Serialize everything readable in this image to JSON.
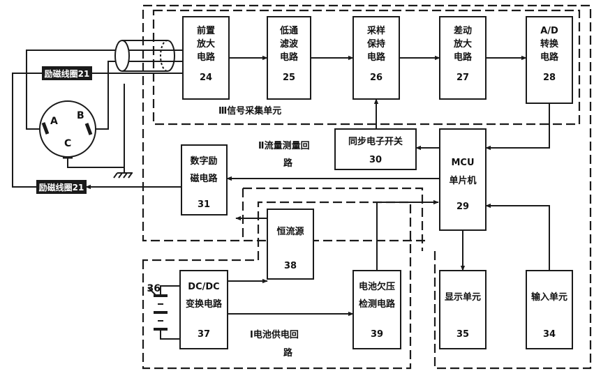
{
  "blocks": {
    "b24": {
      "lines": [
        "前置",
        "放大",
        "电路",
        "24"
      ]
    },
    "b25": {
      "lines": [
        "低通",
        "滤波",
        "电路",
        "25"
      ]
    },
    "b26": {
      "lines": [
        "采样",
        "保持",
        "电路",
        "26"
      ]
    },
    "b27": {
      "lines": [
        "差动",
        "放大",
        "电路",
        "27"
      ]
    },
    "b28": {
      "lines": [
        "A/D",
        "转换",
        "电路",
        "28"
      ]
    },
    "b29": {
      "lines": [
        "MCU",
        "单片机",
        "29"
      ]
    },
    "b30": {
      "lines": [
        "同步电子开关",
        "30"
      ]
    },
    "b31": {
      "lines": [
        "数字励",
        "磁电路",
        "31"
      ]
    },
    "b34": {
      "lines": [
        "输入单元",
        "34"
      ]
    },
    "b35": {
      "lines": [
        "显示单元",
        "35"
      ]
    },
    "b37": {
      "lines": [
        "DC/DC",
        "变换电路",
        "37"
      ]
    },
    "b38": {
      "lines": [
        "恒流源",
        "38"
      ]
    },
    "b39": {
      "lines": [
        "电池欠压",
        "检测电路",
        "39"
      ]
    }
  },
  "regions": {
    "signal": "Ⅲ信号采集单元",
    "flow": [
      "Ⅱ流量测量回",
      "路"
    ],
    "battery": [
      "Ⅰ电池供电回",
      "路"
    ]
  },
  "coils": {
    "top": "励磁线圈21",
    "bottom": "励磁线圈21"
  },
  "electrodes": {
    "a": "A",
    "b": "B",
    "c": "C"
  },
  "battery_number": "36"
}
